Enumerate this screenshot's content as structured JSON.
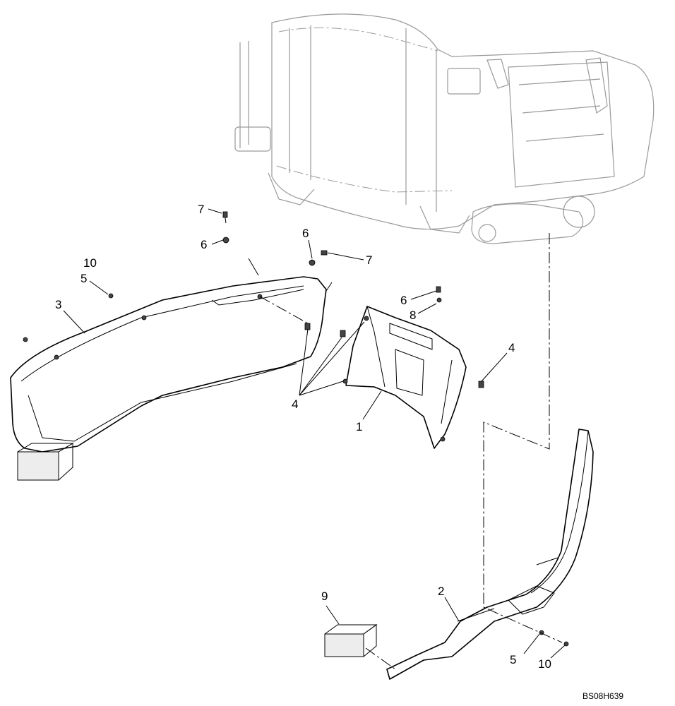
{
  "diagram_code": "BS08H639",
  "callouts": {
    "c1": "1",
    "c2": "2",
    "c3": "3",
    "c4a": "4",
    "c4b": "4",
    "c5a": "5",
    "c5b": "5",
    "c6a": "6",
    "c6b": "6",
    "c6c": "6",
    "c7a": "7",
    "c7b": "7",
    "c8": "8",
    "c9": "9",
    "c10a": "10",
    "c10b": "10"
  }
}
